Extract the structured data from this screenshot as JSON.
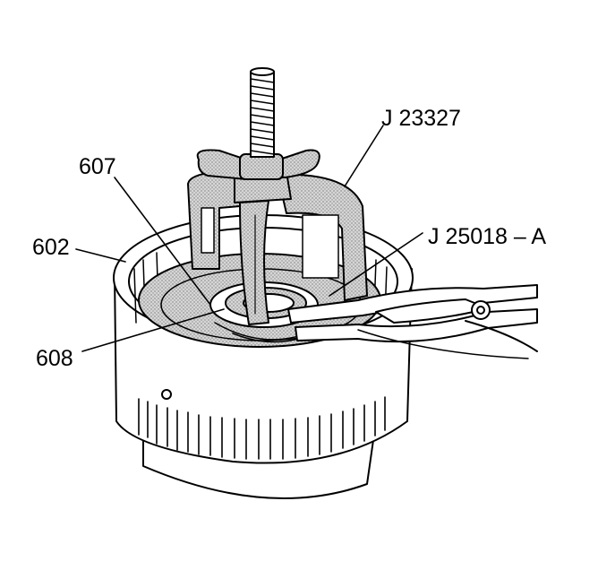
{
  "callouts": {
    "tool_compressor": "J 23327",
    "part_607": "607",
    "part_602": "602",
    "tool_pliers": "J 25018 – A",
    "part_608": "608"
  },
  "colors": {
    "line": "#000000",
    "shade": "#bdbdbd",
    "paper": "#ffffff"
  }
}
